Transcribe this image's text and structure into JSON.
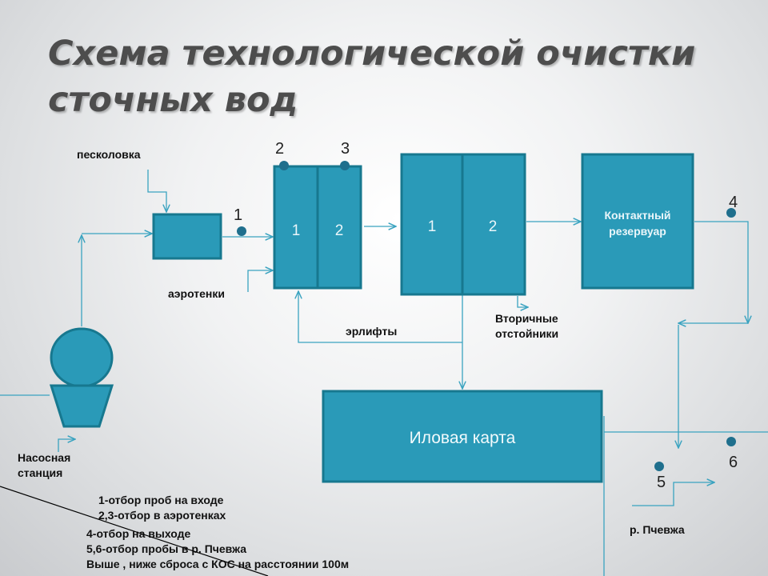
{
  "title": {
    "line1": "Схема технологической очистки",
    "line2": "сточных вод"
  },
  "labels": {
    "peskolovka": "песколовка",
    "aerotenki": "аэротенки",
    "erlifty": "эрлифты",
    "secondary_line1": "Вторичные",
    "secondary_line2": "отстойники",
    "contact_line1": "Контактный",
    "contact_line2": "резервуар",
    "ilovaya": "Иловая карта",
    "pump_line1": "Насосная",
    "pump_line2": "станция",
    "river": "р. Пчевжа"
  },
  "sections": {
    "s1": "1",
    "s2": "2"
  },
  "points": {
    "p1": "1",
    "p2": "2",
    "p3": "3",
    "p4": "4",
    "p5": "5",
    "p6": "6"
  },
  "notes": [
    "1-отбор проб на входе",
    "2,3-отбор в аэротенках",
    "4-отбор на выходе",
    "5,6-отбор пробы в р. Пчевжа",
    "Выше , ниже сброса с КОС на расстоянии 100м"
  ],
  "colors": {
    "box_fill": "#2a9ab8",
    "box_border": "#17788f",
    "line": "#3aa3c0",
    "point": "#1f6f8d"
  }
}
